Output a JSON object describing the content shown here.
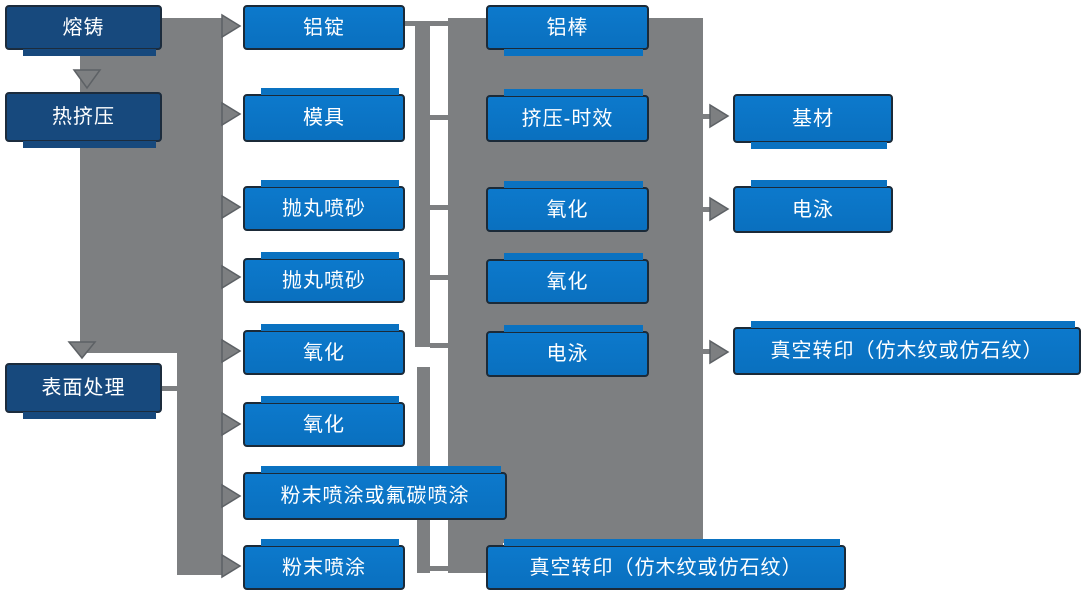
{
  "diagram_type": "process-flowchart",
  "colors": {
    "light_box_fill": "#0B74C4",
    "dark_box_fill": "#17497D",
    "box_border": "#1B2A38",
    "connector_gray": "#7D7F81",
    "text": "#FFFFFF",
    "background": "#FFFFFF"
  },
  "nodes": {
    "melt_cast": {
      "label": "熔铸"
    },
    "hot_extrusion": {
      "label": "热挤压"
    },
    "surface_treatment": {
      "label": "表面处理"
    },
    "aluminum_ingot": {
      "label": "铝锭"
    },
    "mold": {
      "label": "模具"
    },
    "shot_blast_1": {
      "label": "抛丸喷砂"
    },
    "shot_blast_2": {
      "label": "抛丸喷砂"
    },
    "oxidation_a": {
      "label": "氧化"
    },
    "oxidation_b": {
      "label": "氧化"
    },
    "powder_or_fluorocarbon": {
      "label": "粉末喷涂或氟碳喷涂"
    },
    "powder_coating": {
      "label": "粉末喷涂"
    },
    "aluminum_rod": {
      "label": "铝棒"
    },
    "extrusion_aging": {
      "label": "挤压-时效"
    },
    "oxidation_c": {
      "label": "氧化"
    },
    "oxidation_d": {
      "label": "氧化"
    },
    "electrophoresis_a": {
      "label": "电泳"
    },
    "vacuum_transfer_bottom": {
      "label": "真空转印（仿木纹或仿石纹）"
    },
    "base_material": {
      "label": "基材"
    },
    "electrophoresis_b": {
      "label": "电泳"
    },
    "vacuum_transfer_right": {
      "label": "真空转印（仿木纹或仿石纹）"
    }
  },
  "flows": {
    "main_sequence": [
      "熔铸",
      "热挤压",
      "表面处理"
    ],
    "left_trunk_arrow_targets": [
      "铝锭",
      "模具",
      "抛丸喷砂",
      "抛丸喷砂",
      "氧化"
    ],
    "surface_band_arrow_targets": [
      "氧化",
      "粉末喷涂或氟碳喷涂",
      "粉末喷涂"
    ],
    "middle_links": [
      {
        "from": "铝锭",
        "to": "铝棒"
      },
      {
        "from": "模具",
        "to": "挤压-时效"
      },
      {
        "from": "抛丸喷砂",
        "to": "氧化"
      },
      {
        "from": "抛丸喷砂",
        "to": "氧化"
      },
      {
        "from": "氧化",
        "to": "电泳"
      },
      {
        "from": "粉末喷涂",
        "to": "真空转印（仿木纹或仿石纹）"
      }
    ],
    "right_arrows": [
      {
        "from": "挤压-时效",
        "to": "基材"
      },
      {
        "from": "氧化",
        "to": "电泳"
      },
      {
        "from": "电泳",
        "to": "真空转印（仿木纹或仿石纹）"
      }
    ]
  }
}
